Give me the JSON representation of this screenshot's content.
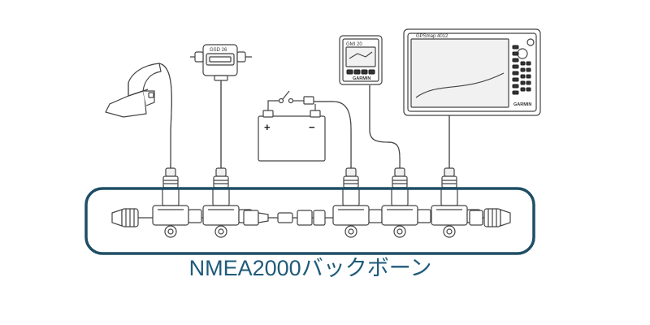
{
  "diagram": {
    "backbone_label": "NMEA2000バックボーン",
    "backbone_color": "#1f4e66",
    "label_color": "#1f5b7a",
    "battery": {
      "positive": "+",
      "negative": "−"
    },
    "instrument": {
      "brand": "GARMIN",
      "model": "GMI 20"
    },
    "chartplotter": {
      "brand": "GARMIN",
      "model": "GPSmap 4012"
    },
    "sensor": {
      "model": "GSD 26"
    }
  }
}
